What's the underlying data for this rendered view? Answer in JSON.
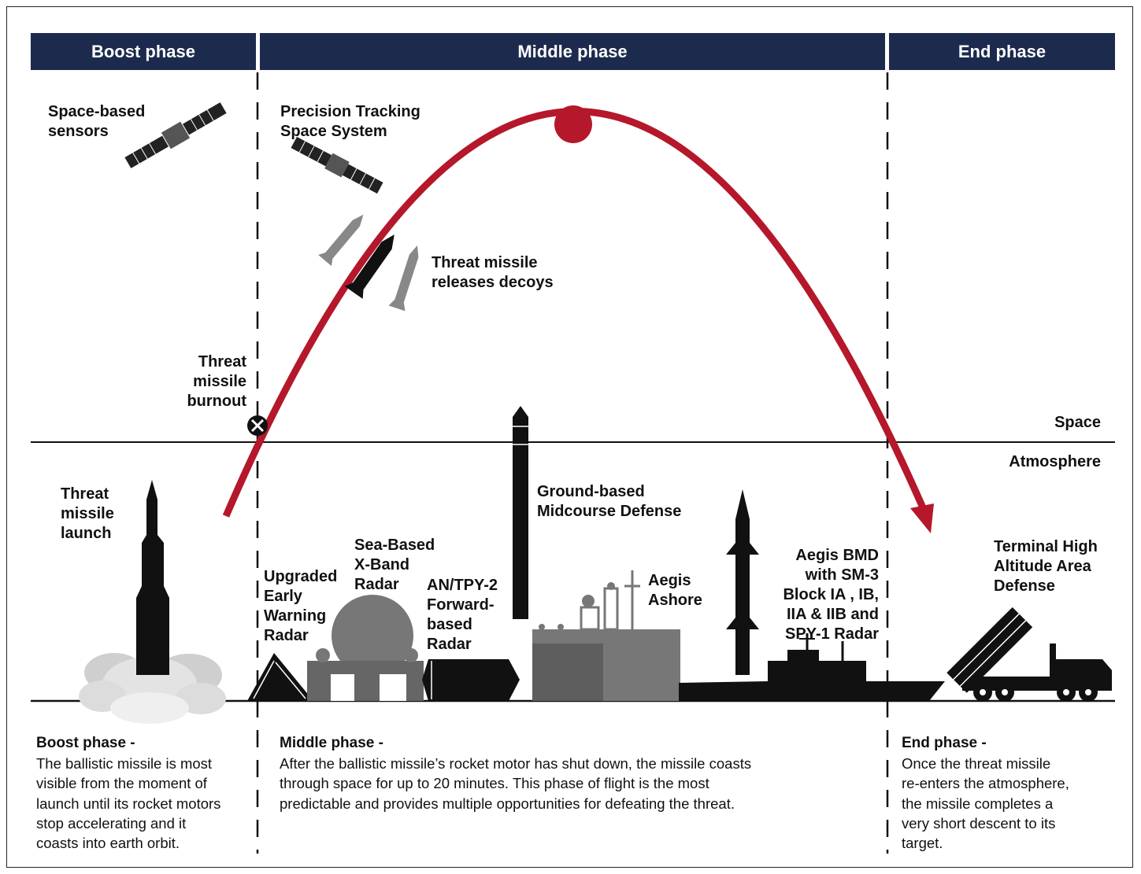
{
  "phases": {
    "boost": "Boost phase",
    "middle": "Middle phase",
    "end": "End phase"
  },
  "regions": {
    "space": "Space",
    "atmosphere": "Atmosphere"
  },
  "labels": {
    "space_sensors": "Space-based\nsensors",
    "ptss": "Precision Tracking\nSpace System",
    "decoys": "Threat missile\nreleases decoys",
    "burnout": "Threat\nmissile\nburnout",
    "launch": "Threat\nmissile\nlaunch",
    "uewr": "Upgraded\nEarly\nWarning\nRadar",
    "sbx": "Sea-Based\nX-Band\nRadar",
    "tpy2": "AN/TPY-2\nForward-\nbased\nRadar",
    "gmd": "Ground-based\nMidcourse Defense",
    "aegis_ashore": "Aegis\nAshore",
    "aegis_bmd": "Aegis BMD\nwith SM-3\nBlock IA , IB,\nIIA & IIB and\nSPY-1 Radar",
    "thaad": "Terminal High\nAltitude Area\nDefense"
  },
  "descriptions": {
    "boost": {
      "title": "Boost phase -",
      "body": "The ballistic missile is most\nvisible from the moment of\nlaunch until its rocket motors\nstop accelerating and it\ncoasts into earth orbit."
    },
    "middle": {
      "title": "Middle phase -",
      "body": "After the ballistic missile’s rocket motor has shut down, the missile coasts\nthrough space for up to 20 minutes. This phase of flight is the most\npredictable and provides multiple opportunities for defeating the threat."
    },
    "end": {
      "title": "End phase -",
      "body": "Once the threat missile\nre-enters the atmosphere,\nthe missile completes a\nvery short descent to its\ntarget."
    }
  },
  "colors": {
    "header_bg": "#1c2a4e",
    "trajectory": "#b5172b",
    "silhouette": "#111111",
    "grey": "#777777"
  }
}
